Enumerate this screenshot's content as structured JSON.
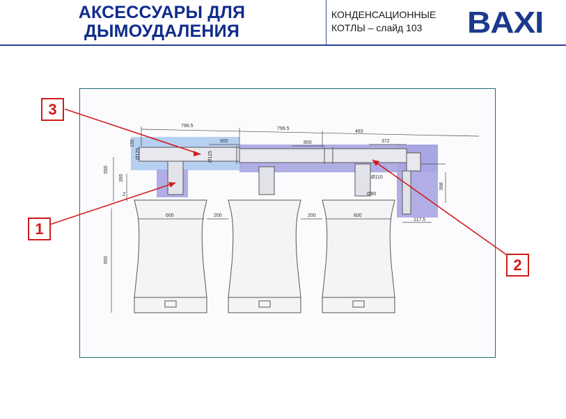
{
  "header": {
    "title_line1": "АКСЕССУАРЫ ДЛЯ",
    "title_line2": "ДЫМОУДАЛЕНИЯ",
    "subtitle_line1": "КОНДЕНСАЦИОННЫЕ",
    "subtitle_line2": "КОТЛЫ – слайд 103",
    "logo": "BAXI",
    "colors": {
      "title": "#0f2b8a",
      "logo": "#1b3a8c",
      "callout": "#d11a1a"
    }
  },
  "callouts": [
    {
      "label": "1"
    },
    {
      "label": "2"
    },
    {
      "label": "3"
    }
  ],
  "dimensions": {
    "top_span_1": "799.5",
    "top_span_2": "799.5",
    "top_span_3": "483",
    "pipe_1": "800",
    "pipe_2": "800",
    "pipe_3": "372",
    "height_1": "550",
    "height_2": "395",
    "height_z": "Z",
    "height_boiler": "950",
    "diam_125_left": "Ø125",
    "diam_125_mid": "Ø125",
    "diam_110": "Ø110",
    "diam_80": "Ø80",
    "right_drop": "398",
    "right_offset": "117.5",
    "boiler_width_1": "600",
    "gap_1": "200",
    "gap_2": "200",
    "boiler_width_3": "600",
    "small_155": "155"
  }
}
